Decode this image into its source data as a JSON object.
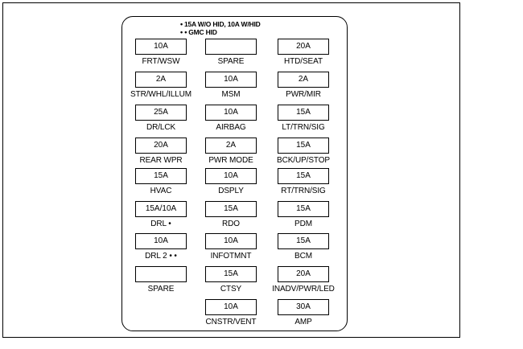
{
  "legend": {
    "line1": "15A W/O HID, 10A W/HID",
    "line2": "GMC HID",
    "line1_marker": "•",
    "line2_marker": "• •"
  },
  "fuses": [
    {
      "amp": "10A",
      "label": "FRT/WSW"
    },
    {
      "amp": "",
      "label": "SPARE"
    },
    {
      "amp": "20A",
      "label": "HTD/SEAT"
    },
    {
      "amp": "2A",
      "label": "STR/WHL/ILLUM"
    },
    {
      "amp": "10A",
      "label": "MSM"
    },
    {
      "amp": "2A",
      "label": "PWR/MIR"
    },
    {
      "amp": "25A",
      "label": "DR/LCK"
    },
    {
      "amp": "10A",
      "label": "AIRBAG"
    },
    {
      "amp": "15A",
      "label": "LT/TRN/SIG"
    },
    {
      "amp": "20A",
      "label": "REAR WPR"
    },
    {
      "amp": "2A",
      "label": "PWR MODE"
    },
    {
      "amp": "15A",
      "label": "BCK/UP/STOP"
    },
    {
      "amp": "15A",
      "label": "HVAC"
    },
    {
      "amp": "10A",
      "label": "DSPLY"
    },
    {
      "amp": "15A",
      "label": "RT/TRN/SIG"
    },
    {
      "amp": "15A/10A",
      "label": "DRL •"
    },
    {
      "amp": "15A",
      "label": "RDO"
    },
    {
      "amp": "15A",
      "label": "PDM"
    },
    {
      "amp": "10A",
      "label": "DRL 2 • •"
    },
    {
      "amp": "10A",
      "label": "INFOTMNT"
    },
    {
      "amp": "15A",
      "label": "BCM"
    },
    {
      "amp": "",
      "label": "SPARE"
    },
    {
      "amp": "15A",
      "label": "CTSY"
    },
    {
      "amp": "20A",
      "label": "INADV/PWR/LED"
    },
    {
      "amp": "10A",
      "label": "CNSTR/VENT"
    },
    {
      "amp": "30A",
      "label": "AMP"
    }
  ]
}
